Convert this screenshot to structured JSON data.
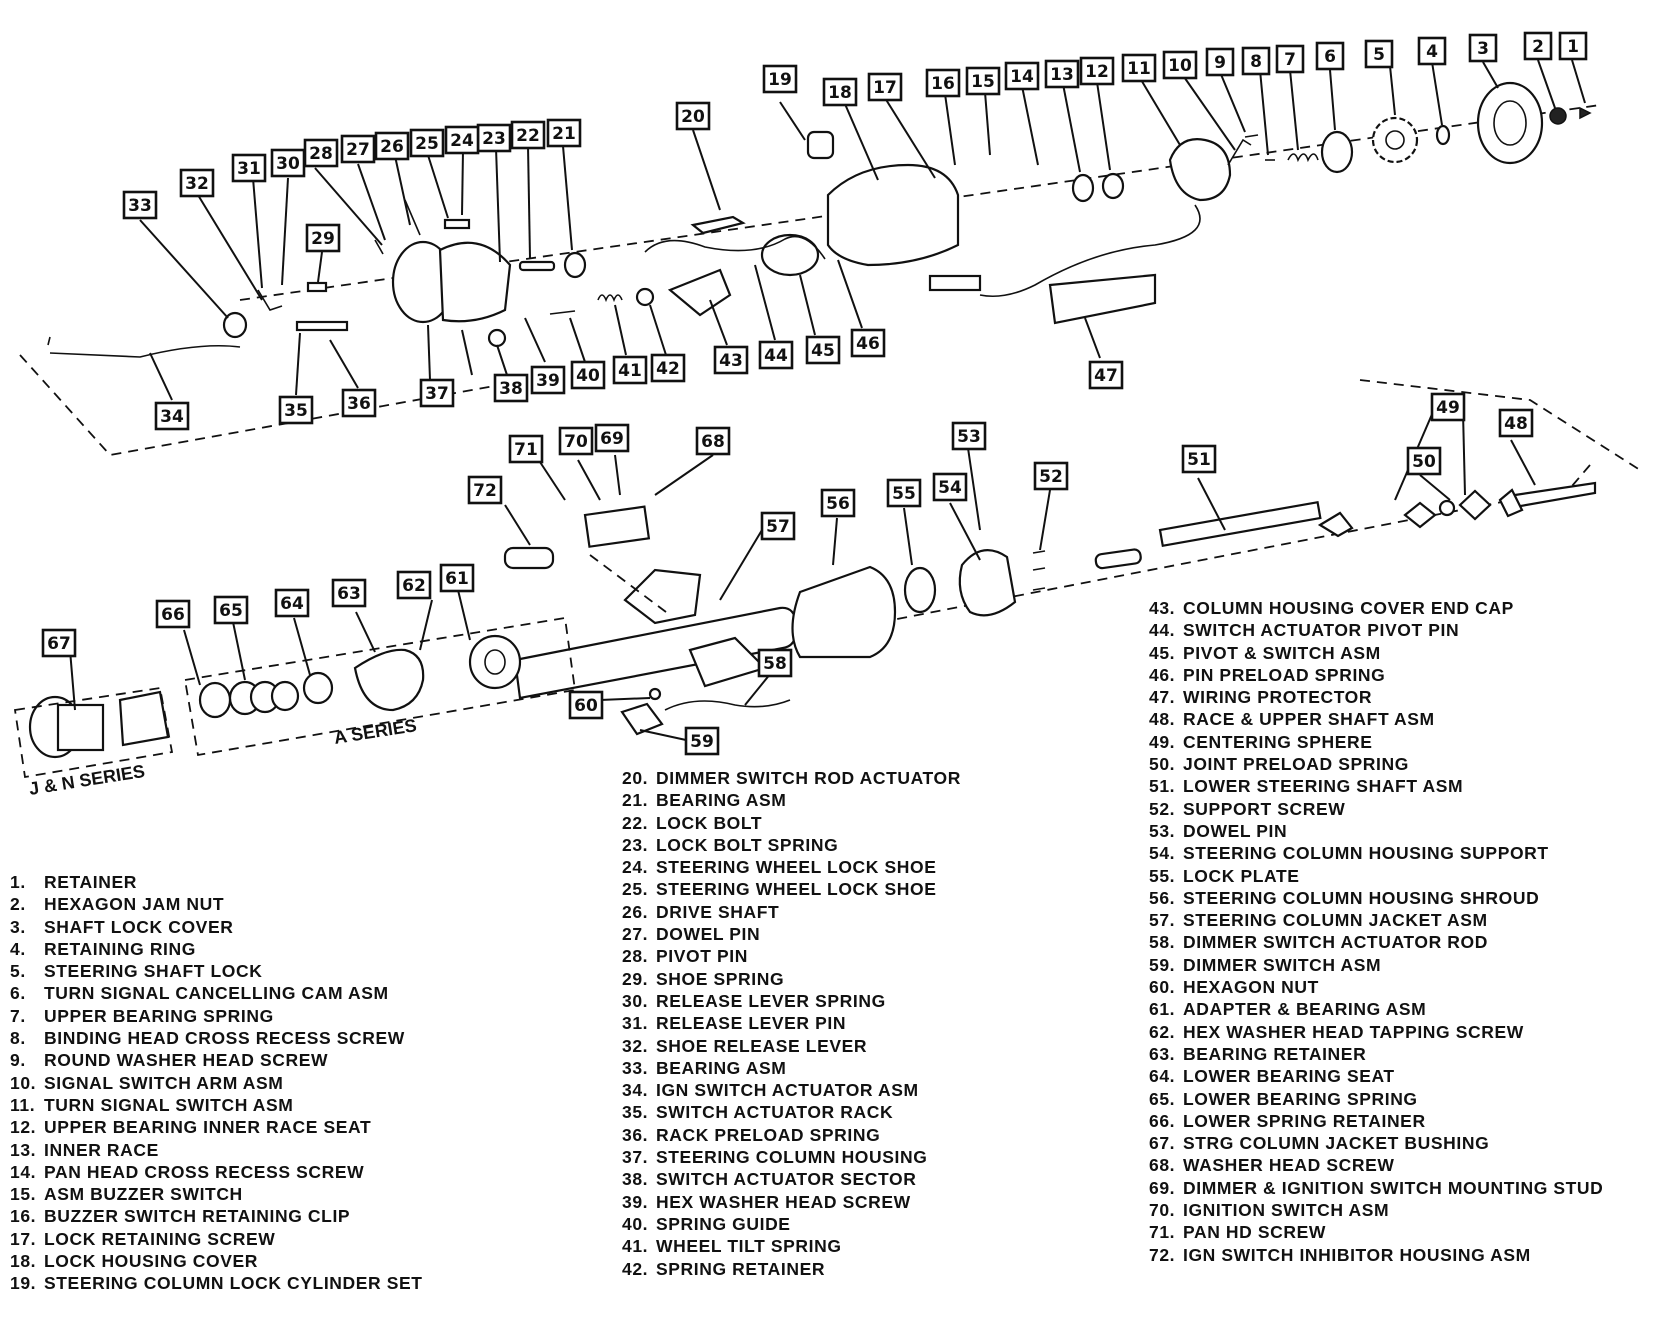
{
  "callouts": [
    "1",
    "2",
    "3",
    "4",
    "5",
    "6",
    "7",
    "8",
    "9",
    "10",
    "11",
    "12",
    "13",
    "14",
    "15",
    "16",
    "17",
    "18",
    "19",
    "20",
    "21",
    "22",
    "23",
    "24",
    "25",
    "26",
    "27",
    "28",
    "29",
    "30",
    "31",
    "32",
    "33",
    "34",
    "35",
    "36",
    "37",
    "38",
    "39",
    "40",
    "41",
    "42",
    "43",
    "44",
    "45",
    "46",
    "47",
    "48",
    "49",
    "50",
    "51",
    "52",
    "53",
    "54",
    "55",
    "56",
    "57",
    "58",
    "59",
    "60",
    "61",
    "62",
    "63",
    "64",
    "65",
    "66",
    "67",
    "68",
    "69",
    "70",
    "71",
    "72"
  ],
  "series_labels": {
    "a_series": "A SERIES",
    "jn_series": "J & N SERIES"
  },
  "legend": {
    "column1": [
      {
        "num": "1.",
        "text": "RETAINER"
      },
      {
        "num": "2.",
        "text": "HEXAGON JAM NUT"
      },
      {
        "num": "3.",
        "text": "SHAFT LOCK COVER"
      },
      {
        "num": "4.",
        "text": "RETAINING RING"
      },
      {
        "num": "5.",
        "text": "STEERING SHAFT LOCK"
      },
      {
        "num": "6.",
        "text": "TURN SIGNAL CANCELLING CAM ASM"
      },
      {
        "num": "7.",
        "text": "UPPER BEARING SPRING"
      },
      {
        "num": "8.",
        "text": "BINDING HEAD CROSS RECESS SCREW"
      },
      {
        "num": "9.",
        "text": "ROUND WASHER HEAD SCREW"
      },
      {
        "num": "10.",
        "text": "SIGNAL SWITCH ARM ASM"
      },
      {
        "num": "11.",
        "text": "TURN SIGNAL SWITCH ASM"
      },
      {
        "num": "12.",
        "text": "UPPER BEARING INNER RACE SEAT"
      },
      {
        "num": "13.",
        "text": "INNER RACE"
      },
      {
        "num": "14.",
        "text": "PAN HEAD CROSS RECESS SCREW"
      },
      {
        "num": "15.",
        "text": "ASM BUZZER SWITCH"
      },
      {
        "num": "16.",
        "text": "BUZZER SWITCH RETAINING CLIP"
      },
      {
        "num": "17.",
        "text": "LOCK RETAINING SCREW"
      },
      {
        "num": "18.",
        "text": "LOCK HOUSING COVER"
      },
      {
        "num": "19.",
        "text": "STEERING COLUMN LOCK CYLINDER SET"
      }
    ],
    "column2": [
      {
        "num": "20.",
        "text": "DIMMER SWITCH ROD ACTUATOR"
      },
      {
        "num": "21.",
        "text": "BEARING ASM"
      },
      {
        "num": "22.",
        "text": "LOCK BOLT"
      },
      {
        "num": "23.",
        "text": "LOCK BOLT SPRING"
      },
      {
        "num": "24.",
        "text": "STEERING WHEEL LOCK SHOE"
      },
      {
        "num": "25.",
        "text": "STEERING WHEEL LOCK SHOE"
      },
      {
        "num": "26.",
        "text": "DRIVE SHAFT"
      },
      {
        "num": "27.",
        "text": "DOWEL PIN"
      },
      {
        "num": "28.",
        "text": "PIVOT PIN"
      },
      {
        "num": "29.",
        "text": "SHOE SPRING"
      },
      {
        "num": "30.",
        "text": "RELEASE LEVER SPRING"
      },
      {
        "num": "31.",
        "text": "RELEASE LEVER PIN"
      },
      {
        "num": "32.",
        "text": "SHOE RELEASE LEVER"
      },
      {
        "num": "33.",
        "text": "BEARING ASM"
      },
      {
        "num": "34.",
        "text": "IGN SWITCH ACTUATOR ASM"
      },
      {
        "num": "35.",
        "text": "SWITCH ACTUATOR RACK"
      },
      {
        "num": "36.",
        "text": "RACK PRELOAD SPRING"
      },
      {
        "num": "37.",
        "text": "STEERING COLUMN HOUSING"
      },
      {
        "num": "38.",
        "text": "SWITCH ACTUATOR SECTOR"
      },
      {
        "num": "39.",
        "text": "HEX WASHER HEAD SCREW"
      },
      {
        "num": "40.",
        "text": "SPRING GUIDE"
      },
      {
        "num": "41.",
        "text": "WHEEL TILT SPRING"
      },
      {
        "num": "42.",
        "text": "SPRING RETAINER"
      }
    ],
    "column3": [
      {
        "num": "43.",
        "text": "COLUMN HOUSING COVER END CAP"
      },
      {
        "num": "44.",
        "text": "SWITCH ACTUATOR PIVOT PIN"
      },
      {
        "num": "45.",
        "text": "PIVOT & SWITCH ASM"
      },
      {
        "num": "46.",
        "text": "PIN PRELOAD SPRING"
      },
      {
        "num": "47.",
        "text": "WIRING PROTECTOR"
      },
      {
        "num": "48.",
        "text": "RACE & UPPER SHAFT ASM"
      },
      {
        "num": "49.",
        "text": "CENTERING SPHERE"
      },
      {
        "num": "50.",
        "text": "JOINT PRELOAD SPRING"
      },
      {
        "num": "51.",
        "text": "LOWER STEERING SHAFT ASM"
      },
      {
        "num": "52.",
        "text": "SUPPORT SCREW"
      },
      {
        "num": "53.",
        "text": "DOWEL PIN"
      },
      {
        "num": "54.",
        "text": "STEERING COLUMN HOUSING SUPPORT"
      },
      {
        "num": "55.",
        "text": "LOCK PLATE"
      },
      {
        "num": "56.",
        "text": "STEERING COLUMN HOUSING SHROUD"
      },
      {
        "num": "57.",
        "text": "STEERING COLUMN JACKET ASM"
      },
      {
        "num": "58.",
        "text": "DIMMER SWITCH ACTUATOR ROD"
      },
      {
        "num": "59.",
        "text": "DIMMER SWITCH ASM"
      },
      {
        "num": "60.",
        "text": "HEXAGON NUT"
      },
      {
        "num": "61.",
        "text": "ADAPTER & BEARING ASM"
      },
      {
        "num": "62.",
        "text": "HEX WASHER HEAD TAPPING SCREW"
      },
      {
        "num": "63.",
        "text": "BEARING RETAINER"
      },
      {
        "num": "64.",
        "text": "LOWER BEARING SEAT"
      },
      {
        "num": "65.",
        "text": "LOWER BEARING SPRING"
      },
      {
        "num": "66.",
        "text": "LOWER SPRING RETAINER"
      },
      {
        "num": "67.",
        "text": "STRG COLUMN JACKET BUSHING"
      },
      {
        "num": "68.",
        "text": "WASHER HEAD SCREW"
      },
      {
        "num": "69.",
        "text": "DIMMER & IGNITION SWITCH MOUNTING STUD"
      },
      {
        "num": "70.",
        "text": "IGNITION SWITCH ASM"
      },
      {
        "num": "71.",
        "text": "PAN HD SCREW"
      },
      {
        "num": "72.",
        "text": "IGN SWITCH INHIBITOR HOUSING ASM"
      }
    ]
  }
}
